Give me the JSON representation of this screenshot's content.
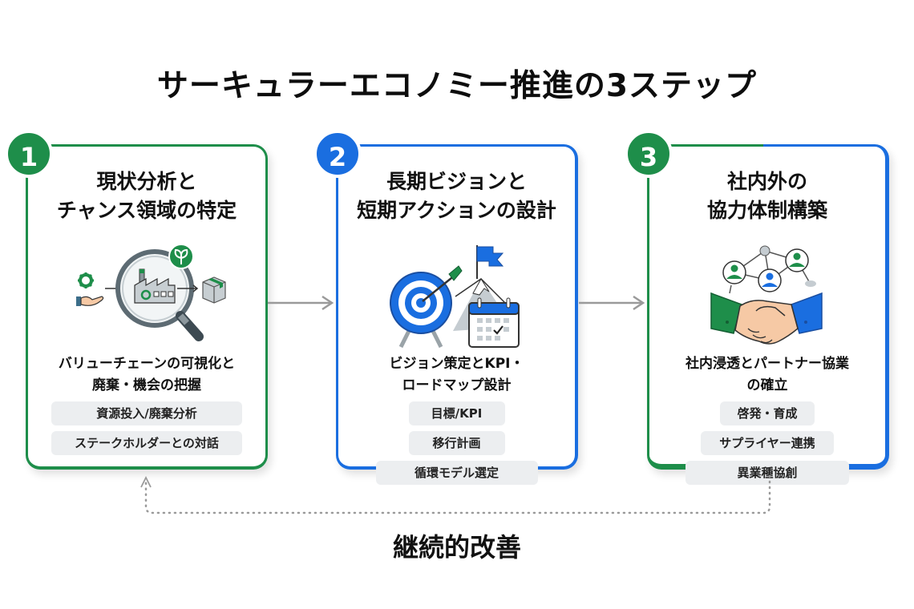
{
  "title": "サーキュラーエコノミー推進の3ステップ",
  "colors": {
    "green": "#1e8e4a",
    "blue": "#1a6ee0",
    "chip_bg": "#eceef0",
    "arrow": "#9a9a9a"
  },
  "steps": [
    {
      "number": "1",
      "title_line1": "現状分析と",
      "title_line2": "チャンス領域の特定",
      "icon": "value-chain-magnifier-icon",
      "subtitle_line1": "バリューチェーンの可視化と",
      "subtitle_line2": "廃棄・機会の把握",
      "chips": [
        "資源投入/廃棄分析",
        "ステークホルダーとの対話"
      ]
    },
    {
      "number": "2",
      "title_line1": "長期ビジョンと",
      "title_line2": "短期アクションの設計",
      "icon": "target-flag-calendar-icon",
      "subtitle_line1": "ビジョン策定とKPI・",
      "subtitle_line2": "ロードマップ設計",
      "chips": [
        "目標/KPI",
        "移行計画",
        "循環モデル選定"
      ]
    },
    {
      "number": "3",
      "title_line1": "社内外の",
      "title_line2": "協力体制構築",
      "icon": "handshake-network-icon",
      "subtitle_line1": "社内浸透とパートナー協業",
      "subtitle_line2": "の確立",
      "chips": [
        "啓発・育成",
        "サプライヤー連携",
        "異業種協創"
      ]
    }
  ],
  "loop_label": "継続的改善"
}
